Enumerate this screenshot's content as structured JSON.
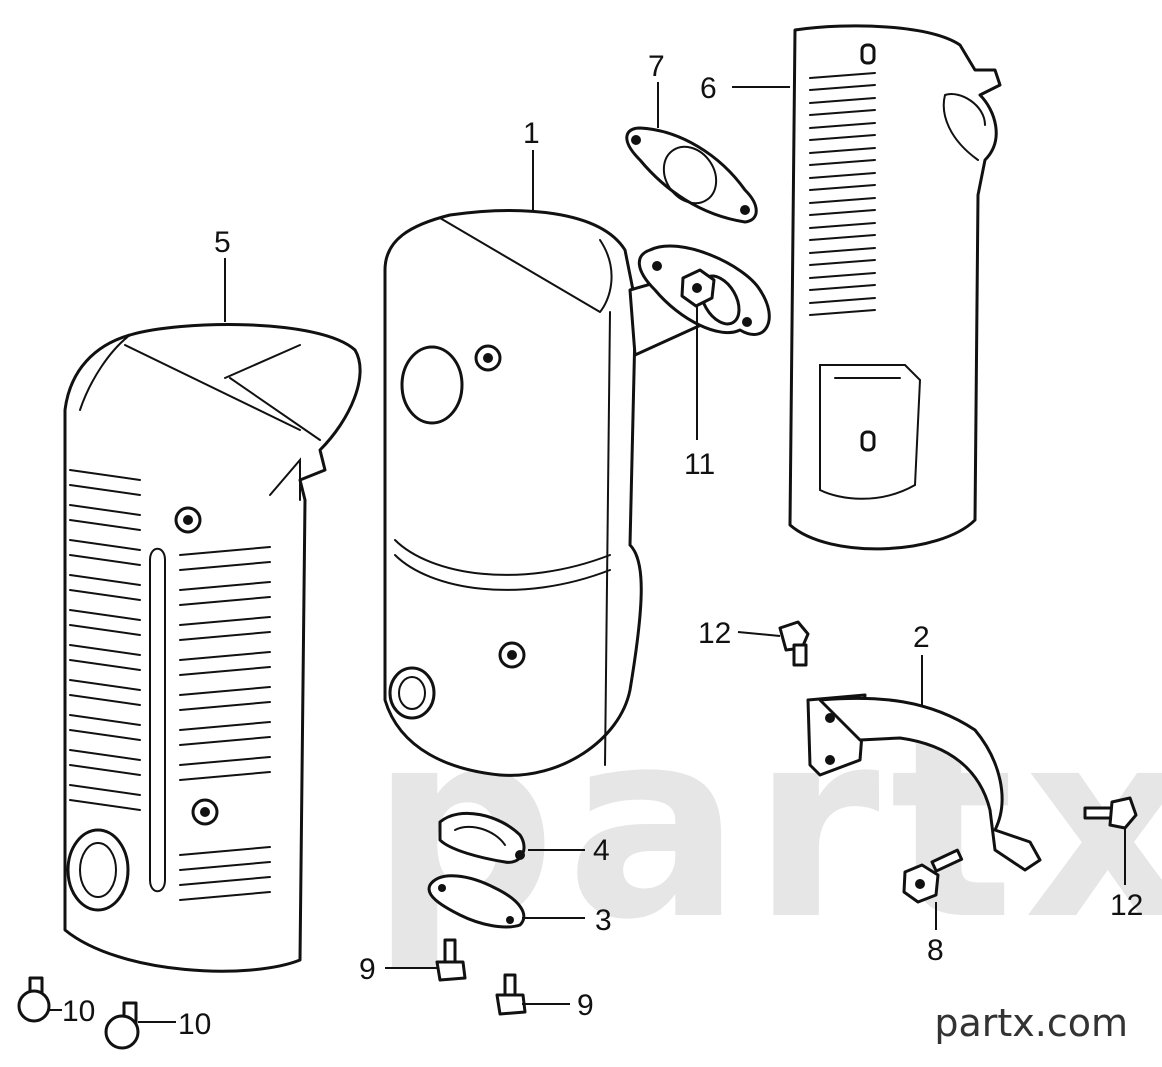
{
  "diagram": {
    "callouts": {
      "c1": "1",
      "c2": "2",
      "c3": "3",
      "c4": "4",
      "c5": "5",
      "c6": "6",
      "c7": "7",
      "c8": "8",
      "c9a": "9",
      "c9b": "9",
      "c10a": "10",
      "c10b": "10",
      "c11": "11",
      "c12a": "12",
      "c12b": "12"
    },
    "watermark": "partx",
    "brand": "partx.com"
  }
}
